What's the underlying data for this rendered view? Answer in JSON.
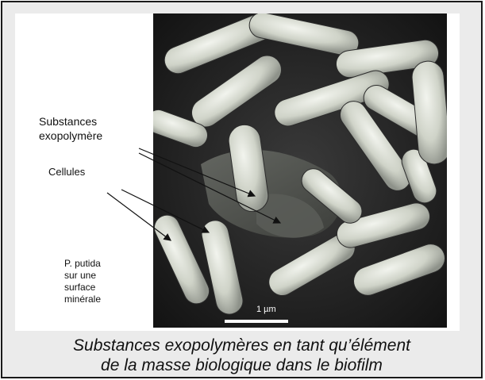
{
  "labels": {
    "exopolymer_line1": "Substances",
    "exopolymer_line2": "exopolymère",
    "cells": "Cellules",
    "putida_line1": "P. putida",
    "putida_line2": "sur une",
    "putida_line3": "surface",
    "putida_line4": "minérale"
  },
  "scale_bar": {
    "label": "1 µm"
  },
  "caption": {
    "line1": "Substances exopolymères en tant qu’élément",
    "line2": "de la masse biologique dans le biofilm"
  },
  "colors": {
    "frame_background": "#ebebeb",
    "border": "#1a1a1a",
    "micrograph_dark": "#1b1b1b",
    "cell_light": "#d9dcd3"
  }
}
